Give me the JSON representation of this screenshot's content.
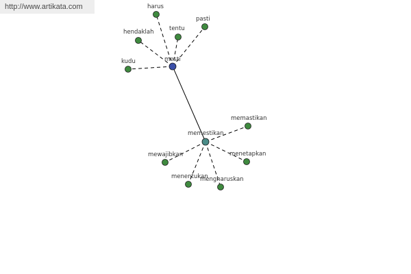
{
  "source_url": "http://www.artikata.com",
  "colors": {
    "hub_node": "#3b4fa8",
    "hub2_node": "#4a8c88",
    "leaf_node": "#3f8a3f",
    "node_stroke": "#1a1a1a",
    "edge": "#000000"
  },
  "graph": {
    "nodes": [
      {
        "id": "mesti",
        "label": "mesti",
        "kind": "hub"
      },
      {
        "id": "memestikan",
        "label": "memestikan",
        "kind": "hub2"
      },
      {
        "id": "harus",
        "label": "harus",
        "kind": "leaf"
      },
      {
        "id": "tentu",
        "label": "tentu",
        "kind": "leaf"
      },
      {
        "id": "pasti",
        "label": "pasti",
        "kind": "leaf"
      },
      {
        "id": "hendaklah",
        "label": "hendaklah",
        "kind": "leaf"
      },
      {
        "id": "kudu",
        "label": "kudu",
        "kind": "leaf"
      },
      {
        "id": "memastikan",
        "label": "memastikan",
        "kind": "leaf"
      },
      {
        "id": "mewajibkan",
        "label": "mewajibkan",
        "kind": "leaf"
      },
      {
        "id": "menetapkan",
        "label": "menetapkan",
        "kind": "leaf"
      },
      {
        "id": "menentukan",
        "label": "menentukan",
        "kind": "leaf"
      },
      {
        "id": "mengharuskan",
        "label": "mengharuskan",
        "kind": "leaf"
      }
    ],
    "edges": [
      {
        "from": "mesti",
        "to": "memestikan",
        "style": "solid"
      },
      {
        "from": "mesti",
        "to": "harus",
        "style": "dashed"
      },
      {
        "from": "mesti",
        "to": "tentu",
        "style": "dashed"
      },
      {
        "from": "mesti",
        "to": "pasti",
        "style": "dashed"
      },
      {
        "from": "mesti",
        "to": "hendaklah",
        "style": "dashed"
      },
      {
        "from": "mesti",
        "to": "kudu",
        "style": "dashed"
      },
      {
        "from": "memestikan",
        "to": "memastikan",
        "style": "dashed"
      },
      {
        "from": "memestikan",
        "to": "mewajibkan",
        "style": "dashed"
      },
      {
        "from": "memestikan",
        "to": "menetapkan",
        "style": "dashed"
      },
      {
        "from": "memestikan",
        "to": "menentukan",
        "style": "dashed"
      },
      {
        "from": "memestikan",
        "to": "mengharuskan",
        "style": "dashed"
      }
    ]
  }
}
